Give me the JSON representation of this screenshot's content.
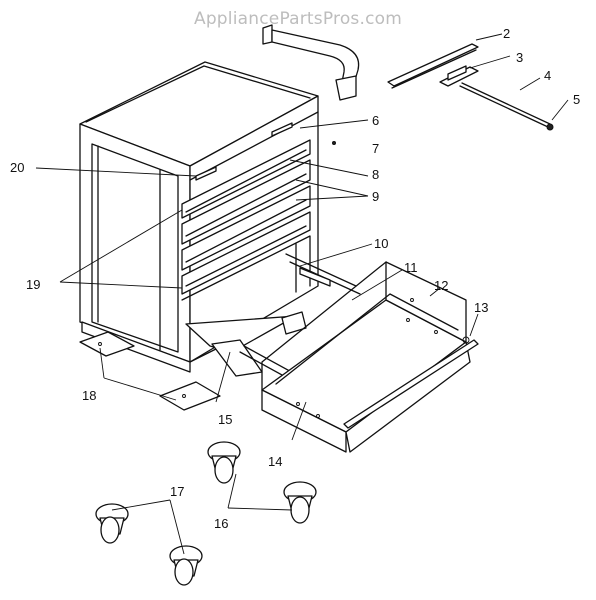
{
  "watermark": "AppliancePartsPros.com",
  "callouts": [
    {
      "id": "2",
      "label": "2"
    },
    {
      "id": "3",
      "label": "3"
    },
    {
      "id": "4",
      "label": "4"
    },
    {
      "id": "5",
      "label": "5"
    },
    {
      "id": "6",
      "label": "6"
    },
    {
      "id": "7",
      "label": "7"
    },
    {
      "id": "8",
      "label": "8"
    },
    {
      "id": "9",
      "label": "9"
    },
    {
      "id": "10",
      "label": "10"
    },
    {
      "id": "11",
      "label": "11"
    },
    {
      "id": "12",
      "label": "12"
    },
    {
      "id": "13",
      "label": "13"
    },
    {
      "id": "14",
      "label": "14"
    },
    {
      "id": "15",
      "label": "15"
    },
    {
      "id": "16",
      "label": "16"
    },
    {
      "id": "17",
      "label": "17"
    },
    {
      "id": "18",
      "label": "18"
    },
    {
      "id": "19",
      "label": "19"
    },
    {
      "id": "20",
      "label": "20"
    }
  ]
}
